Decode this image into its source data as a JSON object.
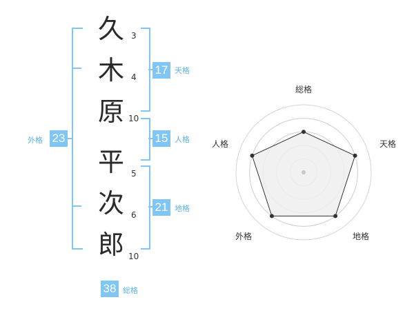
{
  "name": {
    "chars": [
      {
        "char": "久",
        "strokes": "3"
      },
      {
        "char": "木",
        "strokes": "4"
      },
      {
        "char": "原",
        "strokes": "10"
      },
      {
        "char": "平",
        "strokes": "5"
      },
      {
        "char": "次",
        "strokes": "6"
      },
      {
        "char": "郎",
        "strokes": "10"
      }
    ]
  },
  "scores": {
    "tenkaku": {
      "value": "17",
      "label": "天格"
    },
    "jinkaku": {
      "value": "15",
      "label": "人格"
    },
    "chikaku": {
      "value": "21",
      "label": "地格"
    },
    "gaikaku": {
      "value": "23",
      "label": "外格"
    },
    "soukaku": {
      "value": "38",
      "label": "総格"
    }
  },
  "chart_data": {
    "type": "radar",
    "axes": [
      "総格",
      "天格",
      "地格",
      "外格",
      "人格"
    ],
    "values": [
      3,
      4,
      4,
      4,
      4
    ],
    "max": 5,
    "rings": 5,
    "colors": {
      "line": "#333333",
      "fill": "#eeeeee",
      "ring": "#d4d4d4",
      "point": "#333333"
    }
  }
}
